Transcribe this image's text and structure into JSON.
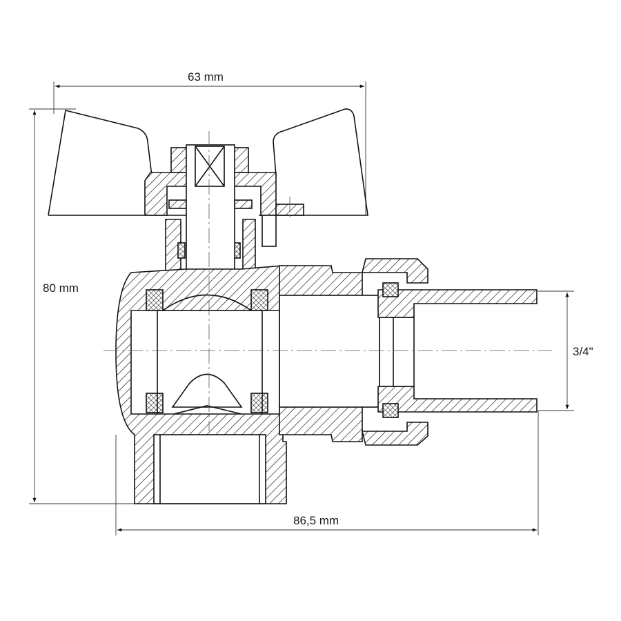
{
  "drawing": {
    "title": "Angle ball valve with union — technical section",
    "dimensions": {
      "handle_width": "63 mm",
      "height": "80 mm",
      "length": "86,5 mm",
      "thread": "3/4\""
    },
    "colors": {
      "line": "#111111",
      "background": "#ffffff"
    }
  }
}
